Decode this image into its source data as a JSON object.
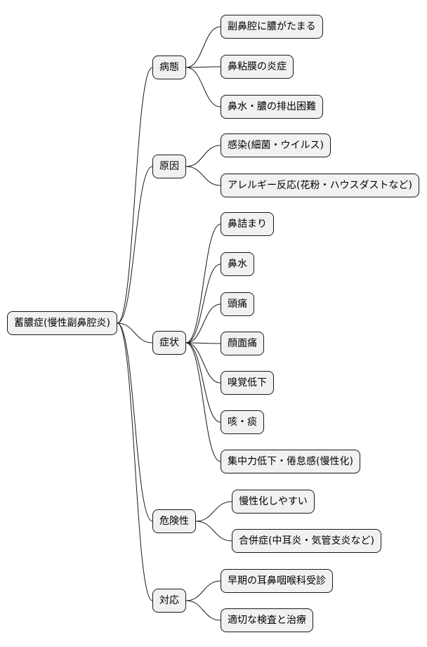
{
  "mindmap": {
    "root": {
      "label": "蓄膿症(慢性副鼻腔炎)",
      "children": [
        {
          "label": "病態",
          "children": [
            {
              "label": "副鼻腔に膿がたまる"
            },
            {
              "label": "鼻粘膜の炎症"
            },
            {
              "label": "鼻水・膿の排出困難"
            }
          ]
        },
        {
          "label": "原因",
          "children": [
            {
              "label": "感染(細菌・ウイルス)"
            },
            {
              "label": "アレルギー反応(花粉・ハウスダストなど)"
            }
          ]
        },
        {
          "label": "症状",
          "children": [
            {
              "label": "鼻詰まり"
            },
            {
              "label": "鼻水"
            },
            {
              "label": "頭痛"
            },
            {
              "label": "顔面痛"
            },
            {
              "label": "嗅覚低下"
            },
            {
              "label": "咳・痰"
            },
            {
              "label": "集中力低下・倦怠感(慢性化)"
            }
          ]
        },
        {
          "label": "危険性",
          "children": [
            {
              "label": "慢性化しやすい"
            },
            {
              "label": "合併症(中耳炎・気管支炎など)"
            }
          ]
        },
        {
          "label": "対応",
          "children": [
            {
              "label": "早期の耳鼻咽喉科受診"
            },
            {
              "label": "適切な検査と治療"
            }
          ]
        }
      ]
    }
  }
}
